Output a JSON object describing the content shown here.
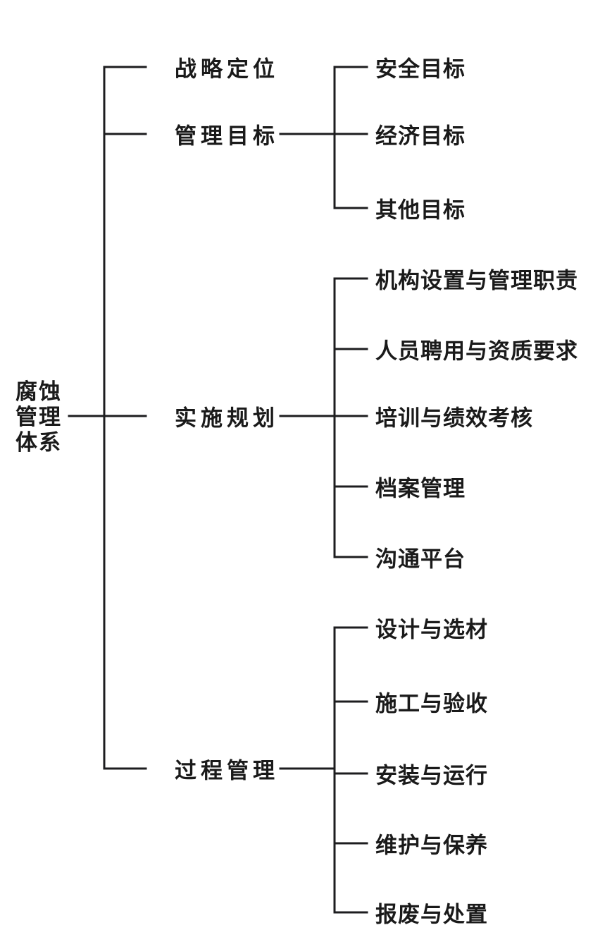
{
  "diagram": {
    "line_color": "#1d1d1f",
    "text_color": "#1a1a1a",
    "root": {
      "label": "腐蚀管理体系",
      "lines": [
        "腐蚀",
        "管理",
        "体系"
      ]
    },
    "branches": [
      {
        "label": "战略定位",
        "children": []
      },
      {
        "label": "管理目标",
        "children": [
          "安全目标",
          "经济目标",
          "其他目标"
        ]
      },
      {
        "label": "实施规划",
        "children": [
          "机构设置与管理职责",
          "人员聘用与资质要求",
          "培训与绩效考核",
          "档案管理",
          "沟通平台"
        ]
      },
      {
        "label": "过程管理",
        "children": [
          "设计与选材",
          "施工与验收",
          "安装与运行",
          "维护与保养",
          "报废与处置"
        ]
      }
    ]
  }
}
